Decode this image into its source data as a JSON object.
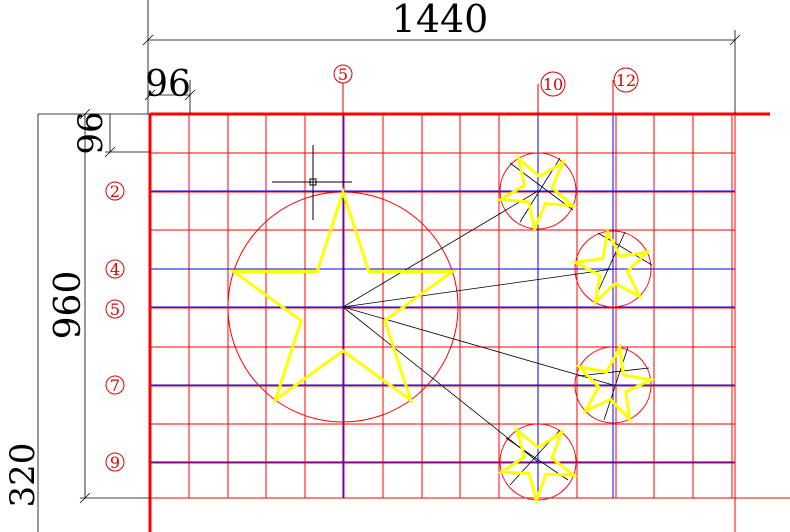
{
  "window": {
    "title": ""
  },
  "drawing": {
    "dimensions": {
      "overall_width": "1440",
      "overall_height": "960",
      "offset_left": "96",
      "offset_top": "96",
      "lower_partial": "320"
    },
    "column_markers": [
      "5",
      "10",
      "12"
    ],
    "row_markers": [
      "2",
      "4",
      "5",
      "7",
      "9"
    ],
    "colors": {
      "grid_red": "#ff0000",
      "axis_blue": "#0000ff",
      "star_yellow": "#ffff00",
      "text_red": "#e00000",
      "dimension_black": "#000000"
    },
    "elements": {
      "big_star": "large-five-point-star",
      "small_stars": [
        "small-star-1",
        "small-star-2",
        "small-star-3",
        "small-star-4"
      ]
    }
  }
}
